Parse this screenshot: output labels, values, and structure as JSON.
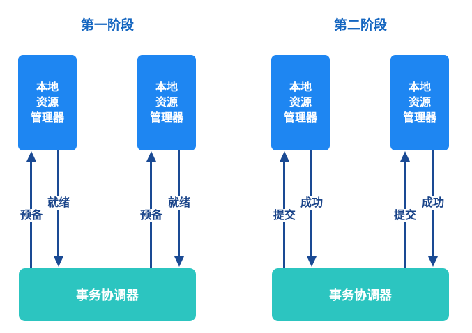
{
  "colors": {
    "background": "#ffffff",
    "manager_box": "#1e86f2",
    "coordinator_box": "#2cc5c0",
    "box_text": "#ffffff",
    "title_text": "#1566c0",
    "arrow": "#1a4a94",
    "label_text": "#1a4489"
  },
  "diagram": {
    "manager_label": "本地\n资源\n管理器",
    "coordinator_label": "事务协调器",
    "phases": [
      {
        "title": "第一阶段",
        "request_label": "预备",
        "response_label": "就绪"
      },
      {
        "title": "第二阶段",
        "request_label": "提交",
        "response_label": "成功"
      }
    ]
  }
}
